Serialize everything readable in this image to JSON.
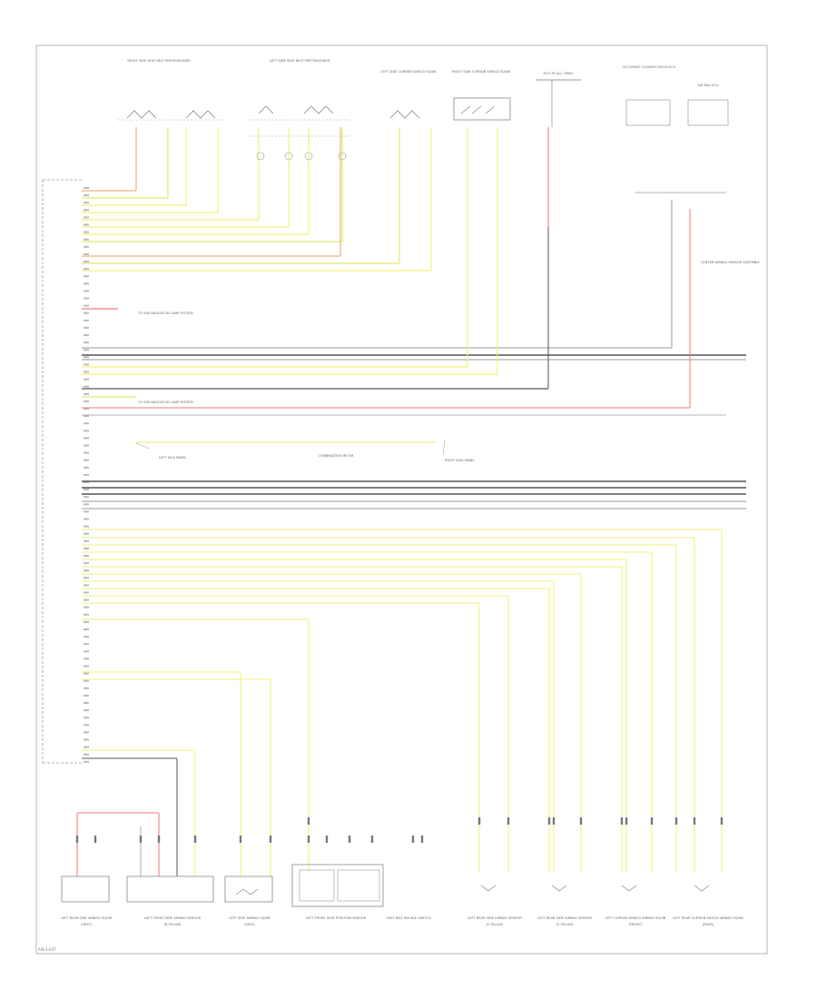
{
  "diagram": {
    "code": "A/B-1-E4T",
    "colors": {
      "yellow": "#f2f27a",
      "yel_blk": "#e8e86a",
      "yel_grn": "#d8f070",
      "yel_red": "#f5b07a",
      "red": "#f07a7a",
      "gray": "#9a9a9a",
      "dark": "#555555",
      "frame": "#b5b5b5"
    },
    "top_components": [
      "RIGHT SIDE SEAT BELT PRETENSIONER",
      "LEFT SIDE SEAT BELT PRETENSIONER",
      "LEFT SIDE CURTAIN SHIELD SQUIB",
      "RIGHT SIDE CURTAIN SHIELD SQUIB",
      "HOT AT ALL TIMES",
      "OCCUPANT CLASSIFICATION ECU",
      "AIR BAG ECU"
    ],
    "mid_labels": {
      "to_system_1": "TO SRS INDICATOR LAMP SYSTEM",
      "to_system_2": "TO SRS INDICATOR LAMP SYSTEM",
      "combination_meter": "COMBINATION METER",
      "left_kick_panel": "LEFT KICK PANEL",
      "right_kick_panel": "RIGHT KICK PANEL",
      "center_airbag_sensor": "CENTER AIRBAG SENSOR ASSEMBLY"
    },
    "bottom_components": [
      {
        "name": "LEFT REAR SIDE AIRBAG SQUIB",
        "sub": "(SEAT)"
      },
      {
        "name": "LEFT FRONT SIDE AIRBAG SENSOR",
        "sub": "(B PILLAR)"
      },
      {
        "name": "LEFT SIDE AIRBAG SQUIB",
        "sub": "(SEAT)"
      },
      {
        "name": "LEFT FRONT SEAT POSITION SENSOR",
        "sub": ""
      },
      {
        "name": "SEAT BELT BUCKLE SWITCH",
        "sub": ""
      },
      {
        "name": "LEFT REAR SIDE AIRBAG SENSOR",
        "sub": "(C PILLAR)"
      },
      {
        "name": "LEFT REAR SIDE AIRBAG SENSOR",
        "sub": "(C PILLAR)"
      },
      {
        "name": "LEFT CURTAIN SHIELD AIRBAG SQUIB",
        "sub": "(FRONT)"
      },
      {
        "name": "LEFT REAR CURTAIN SHIELD AIRBAG SQUIB",
        "sub": "(REAR)"
      }
    ],
    "bus_labels": [
      "RED",
      "YEL/BLK",
      "YEL",
      "YEL/GRN",
      "YEL/RED",
      "GRY",
      "BLK",
      "WHT"
    ]
  }
}
